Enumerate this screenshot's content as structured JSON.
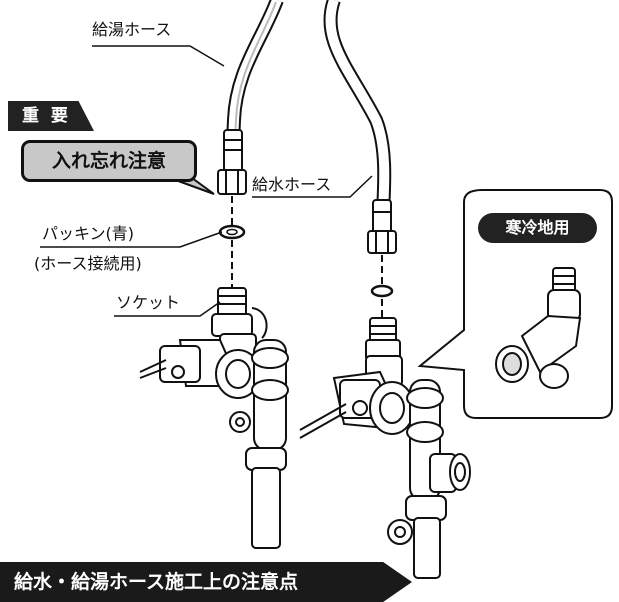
{
  "labels": {
    "hot_hose": "給湯ホース",
    "important": "重 要",
    "dont_forget": "入れ忘れ注意",
    "cold_hose": "給水ホース",
    "packing": "パッキン(青)",
    "packing_sub": "(ホース接続用)",
    "socket": "ソケット",
    "cold_region": "寒冷地用",
    "bottom_title": "給水・給湯ホース施工上の注意点"
  }
}
